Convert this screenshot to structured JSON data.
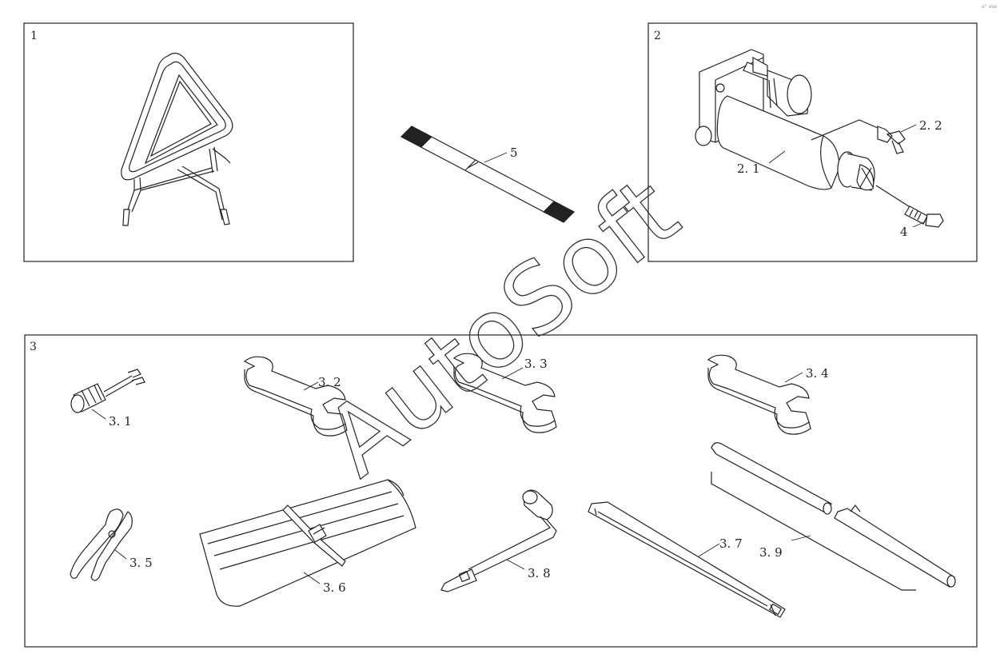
{
  "panels": {
    "p1": {
      "number": "1"
    },
    "p2": {
      "number": "2"
    },
    "p3": {
      "number": "3"
    }
  },
  "callouts": {
    "c5": "5",
    "c2_1": "2. 1",
    "c2_2": "2. 2",
    "c4": "4",
    "c3_1": "3. 1",
    "c3_2": "3. 2",
    "c3_3": "3. 3",
    "c3_4": "3. 4",
    "c3_5": "3. 5",
    "c3_6": "3. 6",
    "c3_7": "3. 7",
    "c3_8": "3. 8",
    "c3_9": "3. 9"
  },
  "watermark": "AutoSoft",
  "corner_mark": "a° ase"
}
